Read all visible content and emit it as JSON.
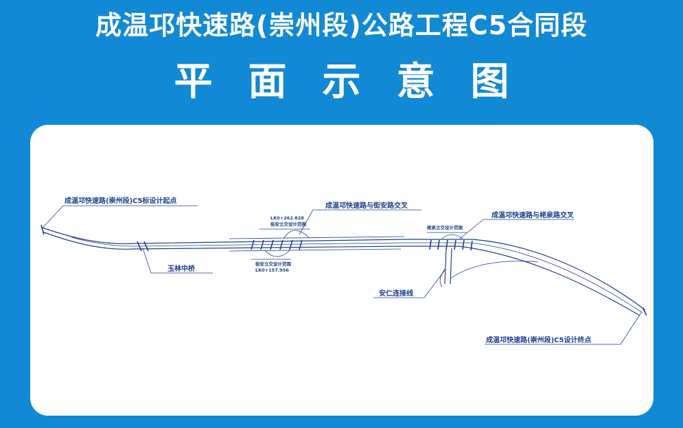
{
  "header": {
    "title_line1": "成温邛快速路(崇州段)公路工程C5合同段",
    "title_line2": "平面示意图"
  },
  "diagram": {
    "labels": {
      "start_point": "成温邛快速路(崇州段)C5标设计起点",
      "end_point": "成温邛快速路(崇州段)C5设计终点",
      "yulin_bridge": "玉林中桥",
      "jiean_intersection": "成温邛快速路与街安路交叉",
      "kaoquan_intersection": "成温邛快速路与栳泉路交叉",
      "anren_link": "安仁连接线",
      "station_upper": "LK0+262.828",
      "jiean_range_upper": "街安立交设计范围",
      "jiean_range_lower": "街安立交设计范围",
      "station_lower": "LK0+157.956",
      "kaoquan_range": "栳泉立交设计范围"
    },
    "colors": {
      "background": "#1289d4",
      "panel": "#ffffff",
      "linework": "#1d3f8f"
    }
  }
}
